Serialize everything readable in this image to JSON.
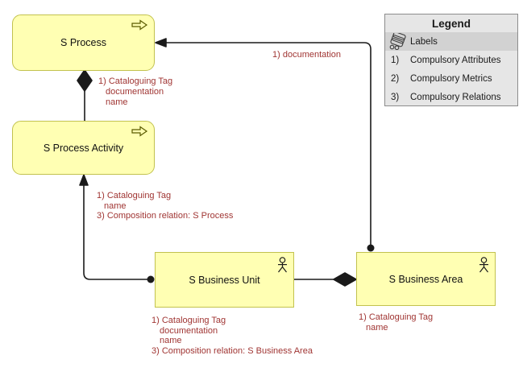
{
  "diagram": {
    "nodes": {
      "process": {
        "label": "S Process",
        "icon": "process-arrow-icon"
      },
      "process_activity": {
        "label": "S Process Activity",
        "icon": "process-arrow-icon"
      },
      "business_unit": {
        "label": "S Business Unit",
        "icon": "actor-icon"
      },
      "business_area": {
        "label": "S Business Area",
        "icon": "actor-icon"
      }
    },
    "annotations": {
      "process_attrs": {
        "lines": [
          "1) Cataloguing Tag",
          "documentation",
          "name"
        ]
      },
      "process_activity_attrs": {
        "lines": [
          "1) Cataloguing Tag",
          "name",
          "3) Composition relation: S Process"
        ]
      },
      "documentation_label": {
        "lines": [
          "1) documentation"
        ]
      },
      "business_unit_attrs": {
        "lines": [
          "1) Cataloguing Tag",
          "documentation",
          "name",
          "3) Composition relation: S Business Area"
        ]
      },
      "business_area_attrs": {
        "lines": [
          "1) Cataloguing Tag",
          "name"
        ]
      }
    },
    "relations": [
      "composition: S Process Activity -> S Process",
      "arrow-with-ball: S Business Unit -> S Process Activity",
      "composition: S Business Unit -> S Business Area",
      "documentation: S Business Area -> S Process"
    ]
  },
  "legend": {
    "title": "Legend",
    "rows": [
      {
        "icon": "tags-icon",
        "label": "Labels"
      },
      {
        "num": "1)",
        "label": "Compulsory Attributes"
      },
      {
        "num": "2)",
        "label": "Compulsory Metrics"
      },
      {
        "num": "3)",
        "label": "Compulsory Relations"
      }
    ]
  },
  "colors": {
    "node_fill": "#FFFFB3",
    "node_border": "#C2C24E",
    "annotation_text": "#A03533",
    "connector": "#1A1A1A",
    "legend_bg": "#E6E6E6",
    "legend_highlight_row": "#D2D2D2"
  }
}
